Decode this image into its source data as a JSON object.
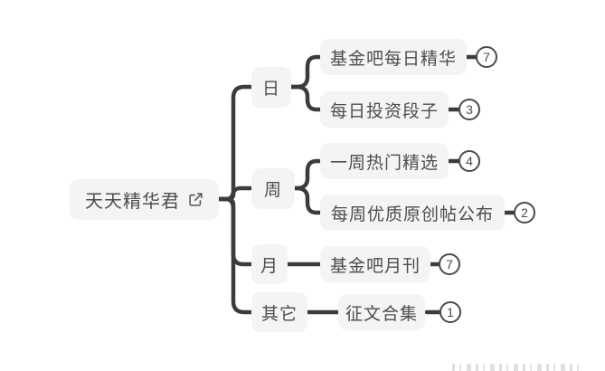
{
  "colors": {
    "background": "#ffffff",
    "connector": "#3c3c3c",
    "node_bg": "#f4f4f5",
    "node_text": "#4d4d4d",
    "badge_border": "#4a4a4a"
  },
  "root": {
    "label": "天天精华君",
    "icon": "external-link-icon"
  },
  "branches": [
    {
      "label": "日",
      "children": [
        {
          "label": "基金吧每日精华",
          "count": "7"
        },
        {
          "label": "每日投资段子",
          "count": "3"
        }
      ]
    },
    {
      "label": "周",
      "children": [
        {
          "label": "一周热门精选",
          "count": "4"
        },
        {
          "label": "每周优质原创帖公布",
          "count": "2"
        }
      ]
    },
    {
      "label": "月",
      "children": [
        {
          "label": "基金吧月刊",
          "count": "7"
        }
      ]
    },
    {
      "label": "其它",
      "children": [
        {
          "label": "征文合集",
          "count": "1"
        }
      ]
    }
  ]
}
